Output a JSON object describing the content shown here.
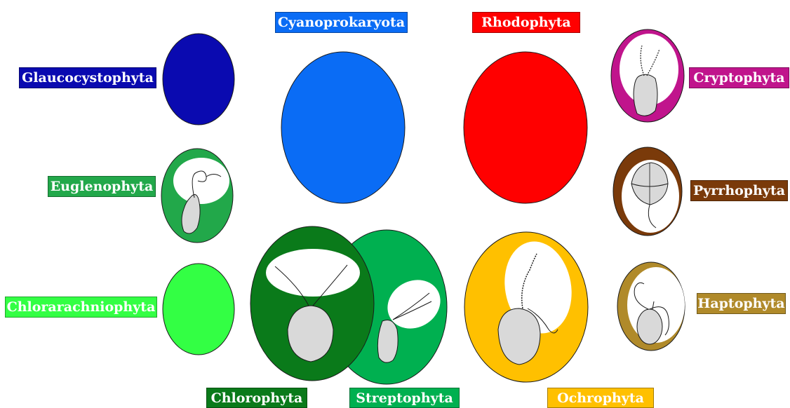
{
  "labels": {
    "cyanoprokaryota": "Cyanoprokaryota",
    "rhodophyta": "Rhodophyta",
    "glaucocystophyta": "Glaucocystophyta",
    "cryptophyta": "Cryptophyta",
    "euglenophyta": "Euglenophyta",
    "pyrrhophyta": "Pyrrhophyta",
    "chlorarachniophyta": "Chlorarachniophyta",
    "haptophyta": "Haptophyta",
    "chlorophyta": "Chlorophyta",
    "streptophyta": "Streptophyta",
    "ochrophyta": "Ochrophyta"
  },
  "colors": {
    "cyanoprokaryota": "#0a6cf5",
    "rhodophyta": "#ff0000",
    "glaucocystophyta": "#0a0ab0",
    "cryptophyta": "#c0148c",
    "euglenophyta": "#22a84a",
    "pyrrhophyta": "#7a3a0a",
    "chlorarachniophyta": "#33ff44",
    "haptophyta": "#b08a2a",
    "chlorophyta": "#0a7a1a",
    "streptophyta": "#00b050",
    "ochrophyta": "#ffc000",
    "cell_fill": "#d9d9d9"
  }
}
